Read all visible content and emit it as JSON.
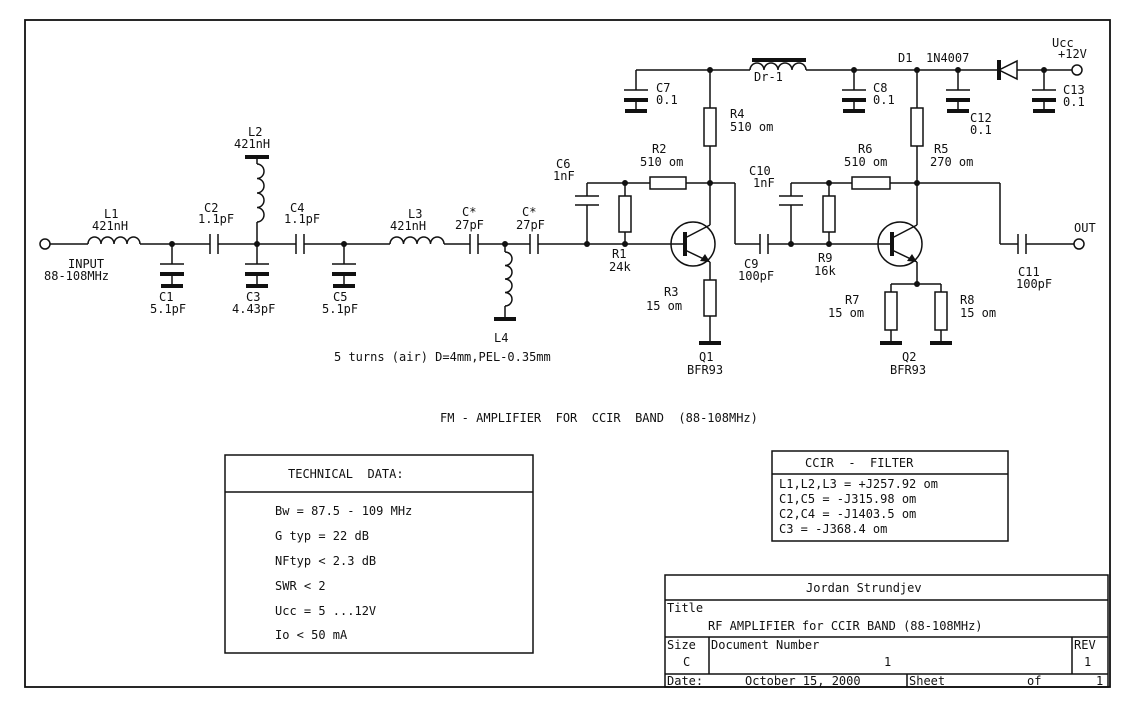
{
  "title": "FM - AMPLIFIER  FOR  CCIR  BAND  (88-108MHz)",
  "input": {
    "label": "INPUT",
    "band": "88-108MHz"
  },
  "output": {
    "label": "OUT"
  },
  "supply": {
    "label": "Ucc",
    "value": "+12V"
  },
  "components": {
    "L1": {
      "ref": "L1",
      "value": "421nH"
    },
    "L2": {
      "ref": "L2",
      "value": "421nH"
    },
    "L3": {
      "ref": "L3",
      "value": "421nH"
    },
    "L4": {
      "ref": "L4",
      "value": "5 turns (air) D=4mm,PEL-0.35mm"
    },
    "C1": {
      "ref": "C1",
      "value": "5.1pF"
    },
    "C2": {
      "ref": "C2",
      "value": "1.1pF"
    },
    "C3": {
      "ref": "C3",
      "value": "4.43pF"
    },
    "C4": {
      "ref": "C4",
      "value": "1.1pF"
    },
    "C5": {
      "ref": "C5",
      "value": "5.1pF"
    },
    "Cx1": {
      "ref": "C*",
      "value": "27pF"
    },
    "Cx2": {
      "ref": "C*",
      "value": "27pF"
    },
    "C6": {
      "ref": "C6",
      "value": "1nF"
    },
    "C7": {
      "ref": "C7",
      "value": "0.1"
    },
    "C8": {
      "ref": "C8",
      "value": "0.1"
    },
    "C9": {
      "ref": "C9",
      "value": "100pF"
    },
    "C10": {
      "ref": "C10",
      "value": "1nF"
    },
    "C11": {
      "ref": "C11",
      "value": "100pF"
    },
    "C12": {
      "ref": "C12",
      "value": "0.1"
    },
    "C13": {
      "ref": "C13",
      "value": "0.1"
    },
    "R1": {
      "ref": "R1",
      "value": "24k"
    },
    "R2": {
      "ref": "R2",
      "value": "510 om"
    },
    "R3": {
      "ref": "R3",
      "value": "15 om"
    },
    "R4": {
      "ref": "R4",
      "value": "510 om"
    },
    "R5": {
      "ref": "R5",
      "value": "270 om"
    },
    "R6": {
      "ref": "R6",
      "value": "510 om"
    },
    "R7": {
      "ref": "R7",
      "value": "15 om"
    },
    "R8": {
      "ref": "R8",
      "value": "15 om"
    },
    "R9": {
      "ref": "R9",
      "value": "16k"
    },
    "Q1": {
      "ref": "Q1",
      "value": "BFR93"
    },
    "Q2": {
      "ref": "Q2",
      "value": "BFR93"
    },
    "D1": {
      "ref": "D1",
      "value": "1N4007"
    },
    "Dr1": {
      "ref": "Dr-1"
    }
  },
  "technical_data": {
    "heading": "TECHNICAL  DATA:",
    "lines": [
      "Bw = 87.5 - 109 MHz",
      "G typ = 22 dB",
      "NFtyp < 2.3 dB",
      "SWR < 2",
      "Ucc = 5 ...12V",
      "Io < 50 mA"
    ]
  },
  "ccir_filter": {
    "heading": "CCIR  -  FILTER",
    "lines": [
      "L1,L2,L3 = +J257.92 om",
      "C1,C5 = -J315.98 om",
      "C2,C4 = -J1403.5 om",
      "C3 = -J368.4 om"
    ]
  },
  "title_block": {
    "author": "Jordan Strundjev",
    "title_label": "Title",
    "title_text": "RF AMPLIFIER for CCIR BAND (88-108MHz)",
    "size_label": "Size",
    "size_value": "C",
    "docnum_label": "Document Number",
    "docnum_value": "1",
    "rev_label": "REV",
    "rev_value": "1",
    "date_label": "Date:",
    "date_value": "October 15, 2000",
    "sheet_label": "Sheet",
    "of_label": "of",
    "sheet_value": "1"
  }
}
